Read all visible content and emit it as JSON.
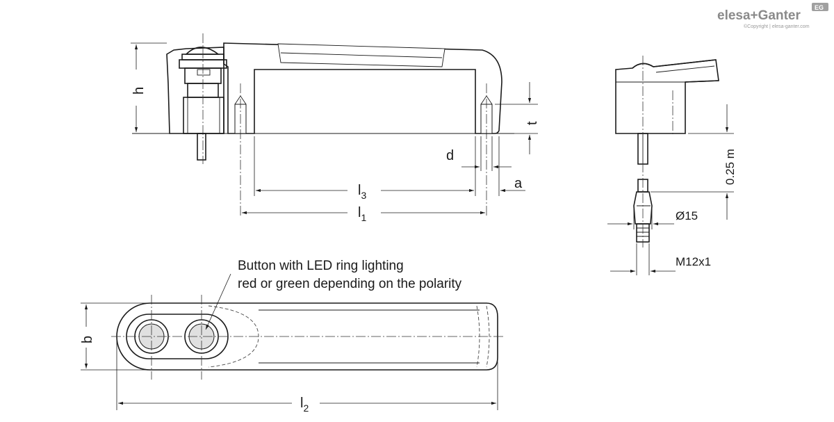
{
  "brand": {
    "name": "elesa+Ganter",
    "badge": "EG",
    "copyright": "©Copyright | elesa-ganter.com",
    "color": "#8a8a8a"
  },
  "dimensions": {
    "h": "h",
    "l3_base": "l",
    "l3_sub": "3",
    "l1_base": "l",
    "l1_sub": "1",
    "l2_base": "l",
    "l2_sub": "2",
    "d": "d",
    "t": "t",
    "a": "a",
    "b": "b",
    "cable": "0.25 m",
    "diameter": "Ø15",
    "thread": "M12x1"
  },
  "annotation": {
    "line1": "Button with LED ring lighting",
    "line2": "red or green depending on the polarity"
  }
}
